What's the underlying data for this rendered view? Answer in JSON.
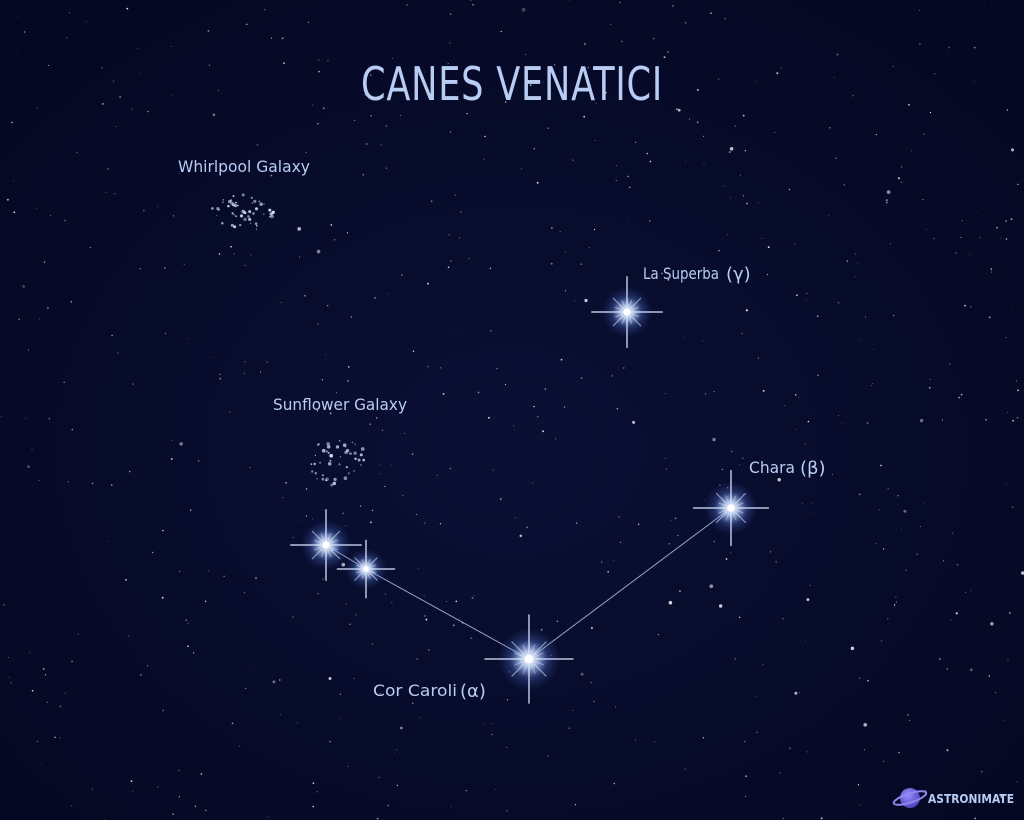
{
  "title": "CANES VENATICI",
  "labels": {
    "whirlpool": "Whirlpool Galaxy",
    "sunflower": "Sunflower Galaxy",
    "la_superba": "La Superba",
    "la_superba_greek": "(γ)",
    "chara": "Chara",
    "chara_greek": "(β)",
    "cor_caroli": "Cor Caroli",
    "cor_caroli_greek": "(α)"
  },
  "logo": {
    "text": "ASTRONIMATE",
    "icon": "planet-icon"
  },
  "colors": {
    "background": "#050924",
    "text": "#b9cdf4",
    "star_glow": "#a9c4ff",
    "logo_planet": "#6e66d8"
  }
}
